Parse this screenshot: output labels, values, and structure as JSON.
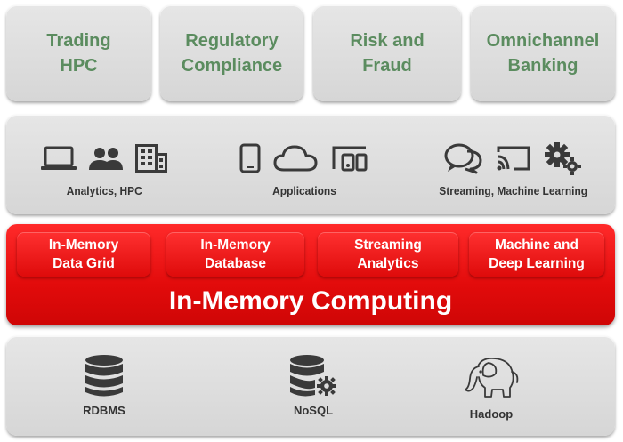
{
  "use_cases": [
    {
      "label": "Trading\nHPC"
    },
    {
      "label": "Regulatory\nCompliance"
    },
    {
      "label": "Risk and\nFraud"
    },
    {
      "label": "Omnichannel\nBanking"
    }
  ],
  "workloads": [
    {
      "label": "Analytics, HPC",
      "icons": [
        "laptop-icon",
        "users-icon",
        "building-icon"
      ]
    },
    {
      "label": "Applications",
      "icons": [
        "smartphone-icon",
        "cloud-icon",
        "devices-icon"
      ]
    },
    {
      "label": "Streaming, Machine Learning",
      "icons": [
        "chat-bubbles-icon",
        "cast-icon",
        "gears-icon"
      ]
    }
  ],
  "imc": {
    "title": "In-Memory Computing",
    "components": [
      {
        "label": "In-Memory\nData Grid"
      },
      {
        "label": "In-Memory\nDatabase"
      },
      {
        "label": "Streaming\nAnalytics"
      },
      {
        "label": "Machine and\nDeep Learning"
      }
    ]
  },
  "data_sources": [
    {
      "label": "RDBMS",
      "icon": "database-icon"
    },
    {
      "label": "NoSQL",
      "icon": "database-gear-icon"
    },
    {
      "label": "Hadoop",
      "icon": "elephant-icon"
    }
  ],
  "colors": {
    "use_case_text": "#5b8c5f",
    "imc_red": "#e20b0b",
    "card_gray": "#dcdcdc",
    "icon_gray": "#3a3a3a"
  }
}
